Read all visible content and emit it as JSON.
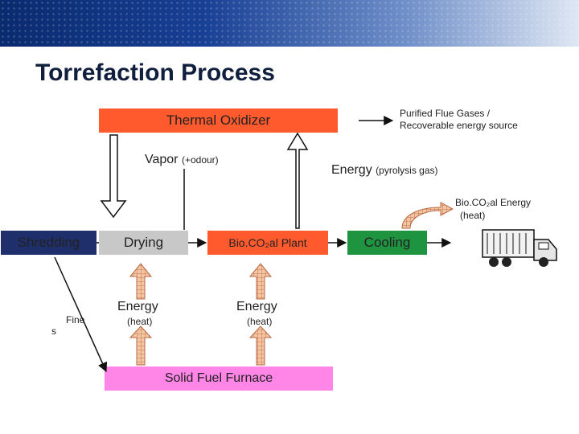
{
  "slide": {
    "title": "Torrefaction Process"
  },
  "legend": {
    "text_line1": "Purified Flue Gases /",
    "text_line2": "Recoverable energy source"
  },
  "nodes": {
    "thermal_oxidizer": "Thermal Oxidizer",
    "shredding": "Shredding",
    "drying": "Drying",
    "plant": "Bio.CO₂al Plant",
    "cooling": "Cooling",
    "furnace": "Solid Fuel Furnace"
  },
  "labels": {
    "vapor": "Vapor",
    "vapor_note": "(+odour)",
    "energy_top": "Energy",
    "energy_top_note": "(pyrolysis gas)",
    "overlap_label": "Bio.CO₂al Energy",
    "overlap_note": "(heat)",
    "energy_drying": "Energy",
    "energy_drying_note": "(heat)",
    "energy_plant": "Energy",
    "energy_plant_note": "(heat)",
    "fines_line1": "Fine",
    "fines_line2": "s"
  },
  "colors": {
    "oxidizer": "#ff5a2e",
    "shredding": "#1f2f6b",
    "drying": "#c8c8c8",
    "cooling": "#1f9440",
    "furnace": "#ff86e6",
    "heat_arrow": "#f3c7a4"
  },
  "icons": {
    "truck": "dump-truck-icon"
  }
}
